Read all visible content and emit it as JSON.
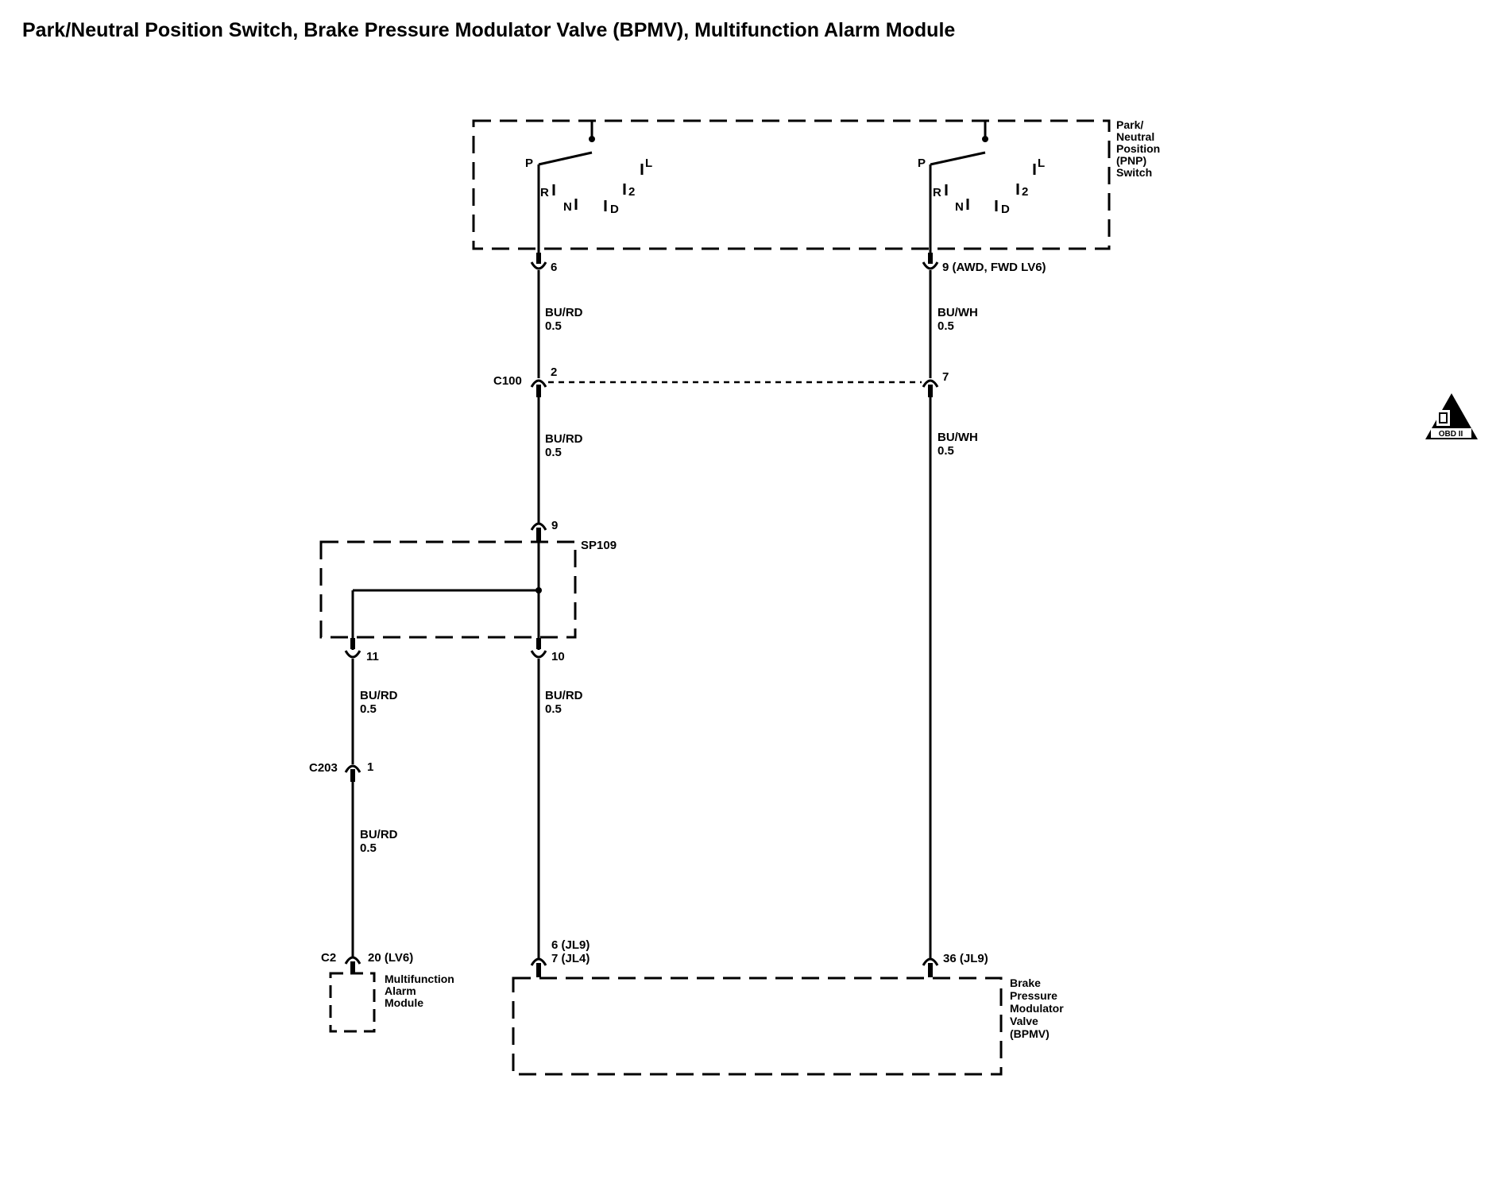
{
  "title": "Park/Neutral Position Switch, Brake Pressure Modulator Valve (BPMV), Multifunction Alarm Module",
  "components": {
    "pnp_switch": [
      "Park/",
      "Neutral",
      "Position",
      "(PNP)",
      "Switch"
    ],
    "bpmv": [
      "Brake",
      "Pressure",
      "Modulator",
      "Valve",
      "(BPMV)"
    ],
    "alarm_module": [
      "Multifunction",
      "Alarm",
      "Module"
    ],
    "splice": "SP109"
  },
  "switch_positions": {
    "p": "P",
    "r": "R",
    "n": "N",
    "d": "D",
    "two": "2",
    "l": "L"
  },
  "connectors": {
    "c100": "C100",
    "c203": "C203",
    "c2": "C2"
  },
  "pins": {
    "pnp_left": "6",
    "pnp_right": "9 (AWD, FWD LV6)",
    "c100_left": "2",
    "c100_right": "7",
    "sp109_in": "9",
    "sp109_out_left": "11",
    "sp109_out_right": "10",
    "c203": "1",
    "c2": "20 (LV6)",
    "bpmv_left_1": "6 (JL9)",
    "bpmv_left_2": "7 (JL4)",
    "bpmv_right": "36 (JL9)"
  },
  "wires": {
    "w1": {
      "color": "BU/RD",
      "size": "0.5"
    },
    "w2": {
      "color": "BU/WH",
      "size": "0.5"
    },
    "w3": {
      "color": "BU/RD",
      "size": "0.5"
    },
    "w4": {
      "color": "BU/WH",
      "size": "0.5"
    },
    "w5": {
      "color": "BU/RD",
      "size": "0.5"
    },
    "w6": {
      "color": "BU/RD",
      "size": "0.5"
    },
    "w7": {
      "color": "BU/RD",
      "size": "0.5"
    }
  },
  "badge": "OBD II"
}
